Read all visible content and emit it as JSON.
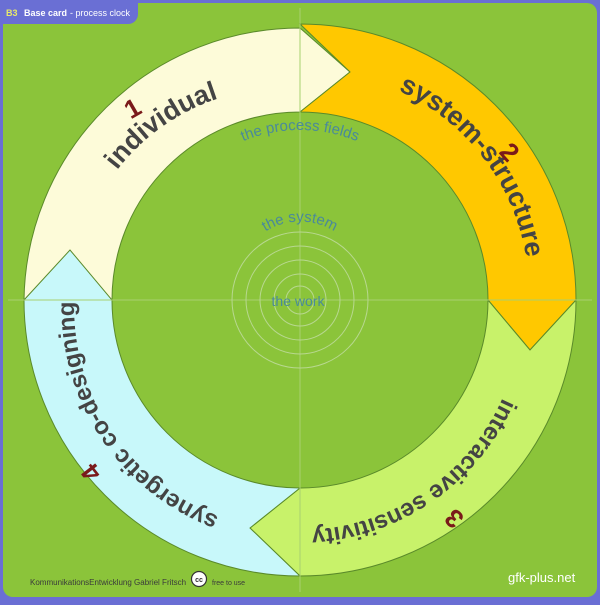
{
  "card": {
    "code": "B3",
    "title": "Base card",
    "subtitle": "- process clock"
  },
  "colors": {
    "background": "#8bc43a",
    "frame": "#6a6fd4",
    "field1": "#fdfbd9",
    "field2": "#ffc800",
    "field3": "#c8f26a",
    "field4": "#c8f8fa",
    "number": "#7a1a1a",
    "label": "#444444",
    "inner_text": "#4a8a9a"
  },
  "fields": [
    {
      "number": "1",
      "label": "individual"
    },
    {
      "number": "2",
      "label": "system-structure"
    },
    {
      "number": "3",
      "label": "interactive sensitivity"
    },
    {
      "number": "4",
      "label": "synergetic co-designing"
    }
  ],
  "center": {
    "process_fields": "the process fields",
    "system": "the system",
    "work": "the work"
  },
  "footer": {
    "credit": "KommunikationsEntwicklung Gabriel Fritsch",
    "license_icon": "cc",
    "license_text": "free to use",
    "site": "gfk-plus.net"
  }
}
